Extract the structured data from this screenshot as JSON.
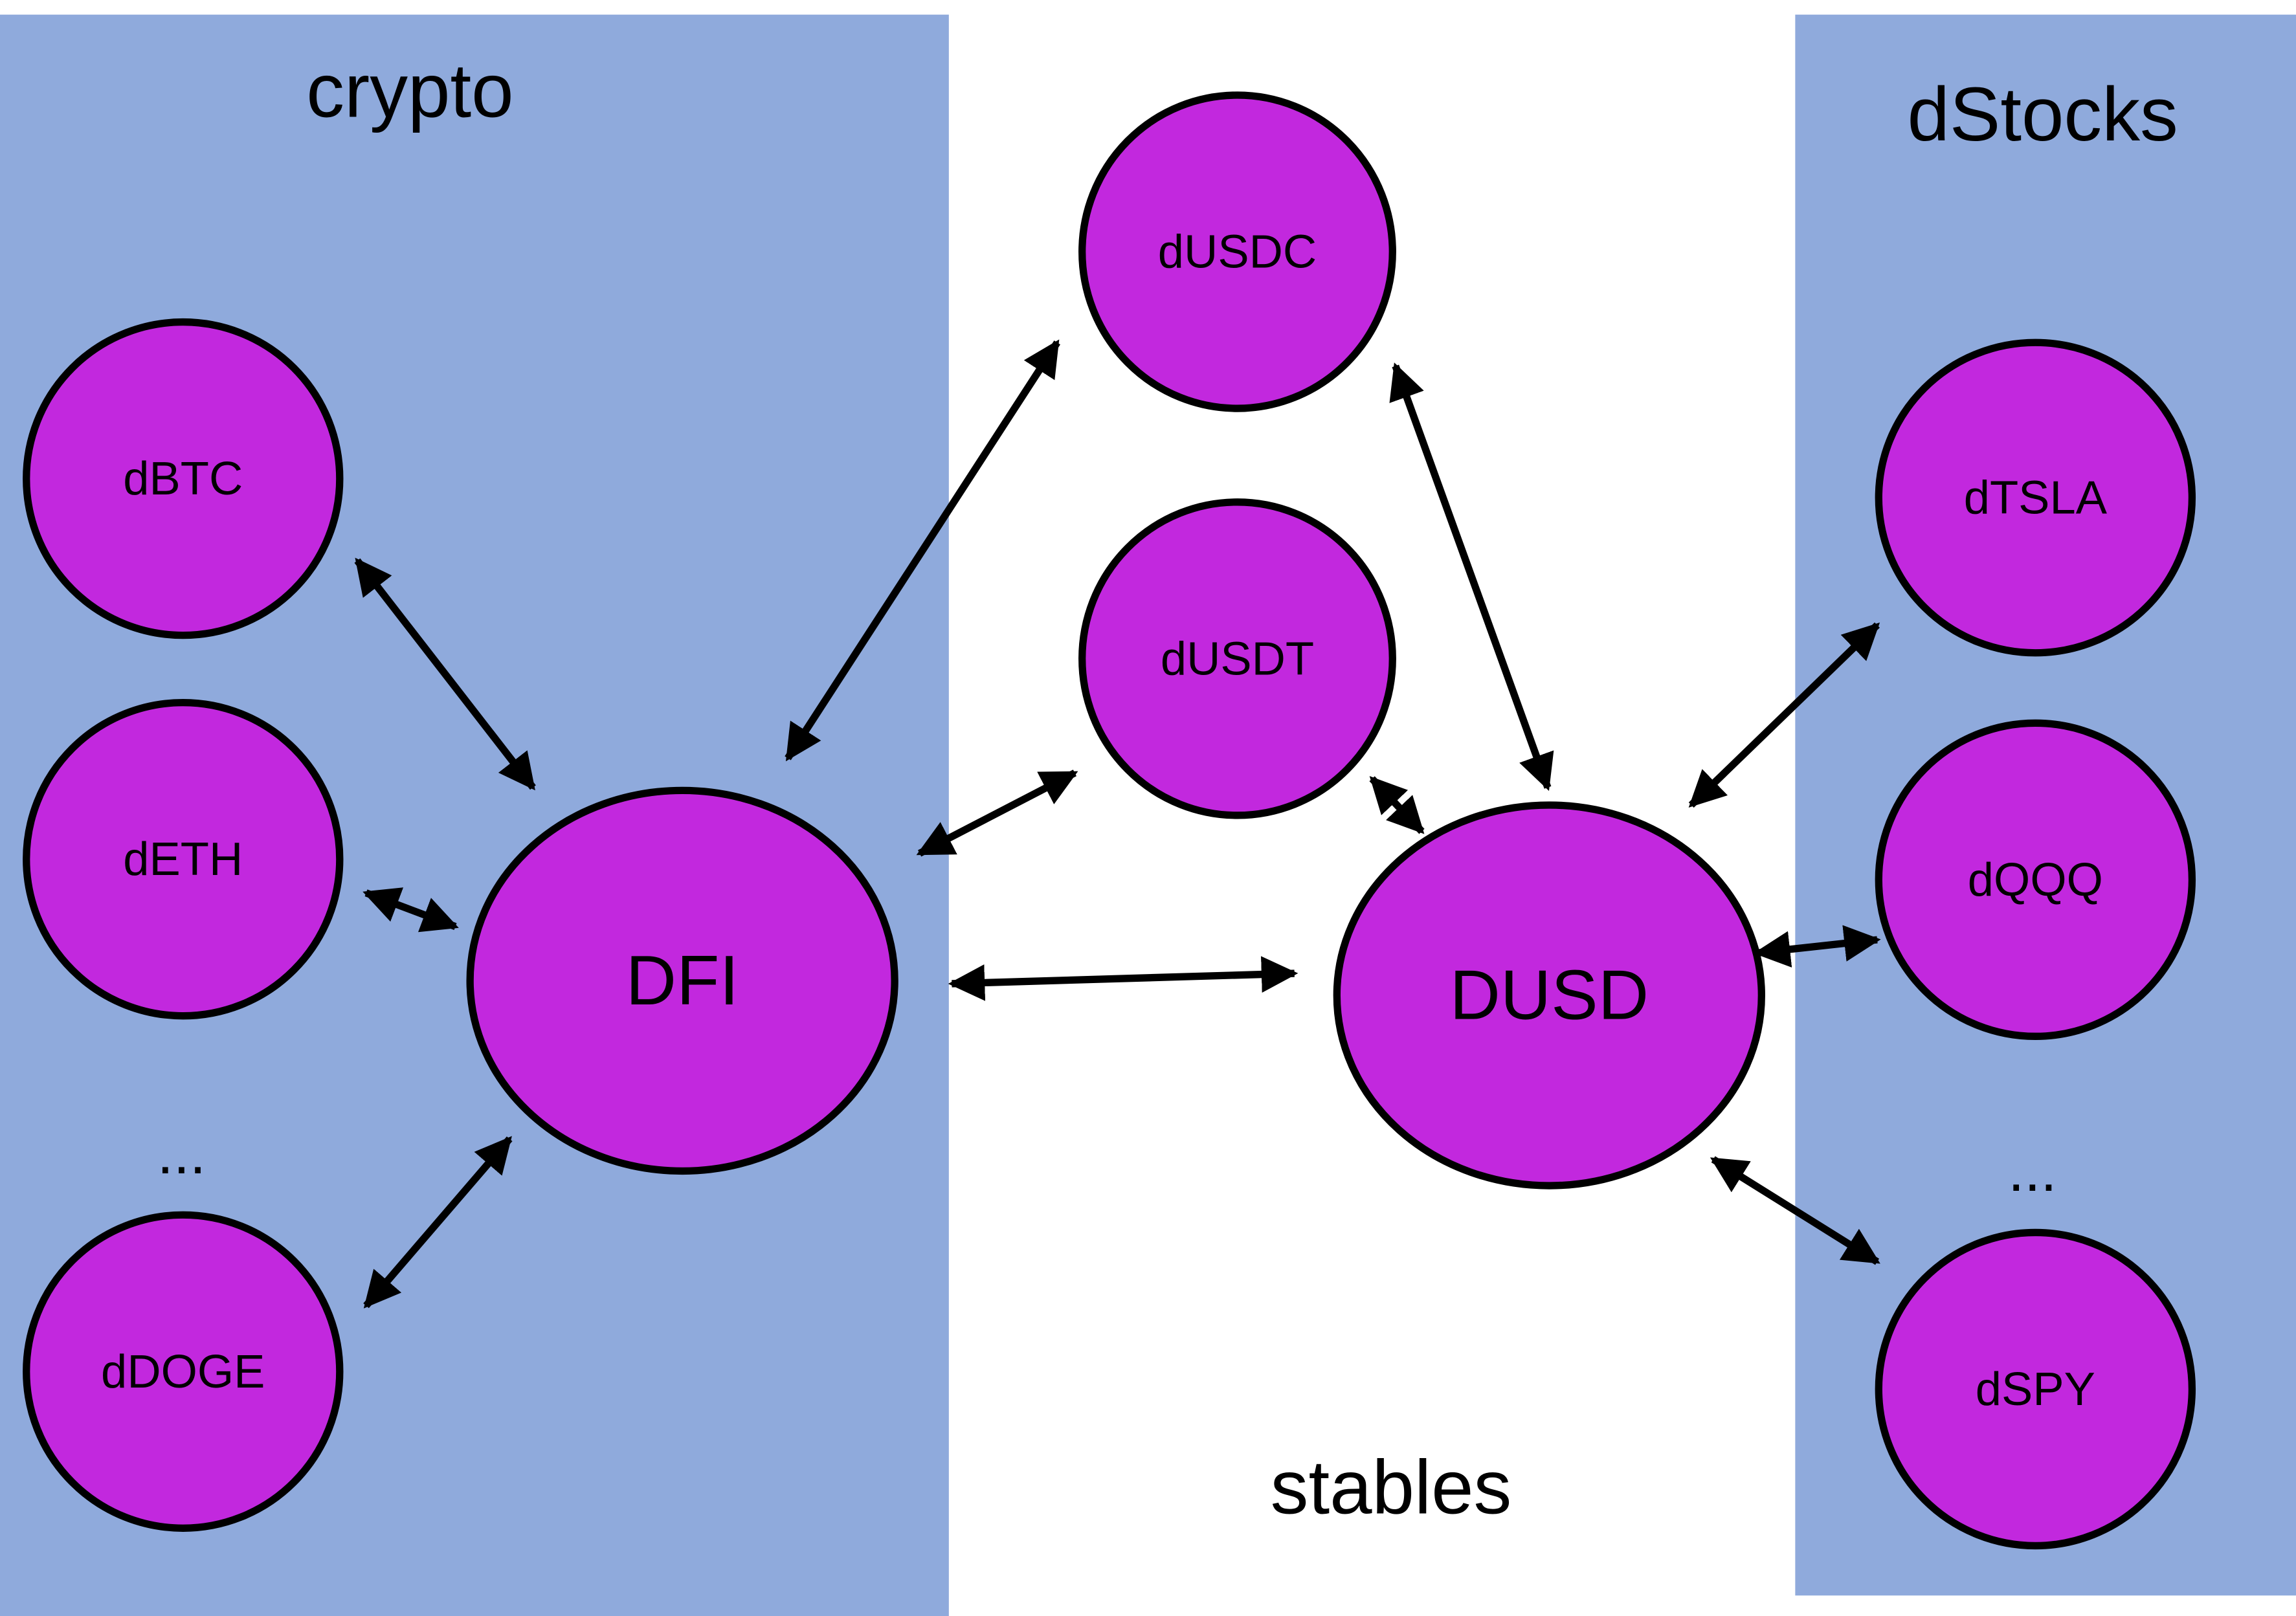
{
  "colors": {
    "region": "#8faadc",
    "node": "#c228de",
    "stroke": "#000000",
    "background": "#ffffff"
  },
  "regions": [
    {
      "id": "crypto",
      "label": "crypto"
    },
    {
      "id": "stables",
      "label": "stables"
    },
    {
      "id": "dstocks",
      "label": "dStocks"
    }
  ],
  "nodes": [
    {
      "id": "dBTC",
      "label": "dBTC",
      "group": "crypto"
    },
    {
      "id": "dETH",
      "label": "dETH",
      "group": "crypto"
    },
    {
      "id": "dDOGE",
      "label": "dDOGE",
      "group": "crypto"
    },
    {
      "id": "DFI",
      "label": "DFI",
      "group": "crypto"
    },
    {
      "id": "dUSDC",
      "label": "dUSDC",
      "group": "stables"
    },
    {
      "id": "dUSDT",
      "label": "dUSDT",
      "group": "stables"
    },
    {
      "id": "DUSD",
      "label": "DUSD",
      "group": "stables"
    },
    {
      "id": "dTSLA",
      "label": "dTSLA",
      "group": "dstocks"
    },
    {
      "id": "dQQQ",
      "label": "dQQQ",
      "group": "dstocks"
    },
    {
      "id": "dSPY",
      "label": "dSPY",
      "group": "dstocks"
    }
  ],
  "ellipsis": {
    "crypto": "...",
    "dstocks": "..."
  },
  "edges": [
    {
      "from": "dBTC",
      "to": "DFI",
      "bidirectional": true
    },
    {
      "from": "dETH",
      "to": "DFI",
      "bidirectional": true
    },
    {
      "from": "dDOGE",
      "to": "DFI",
      "bidirectional": true
    },
    {
      "from": "DFI",
      "to": "dUSDC",
      "bidirectional": true
    },
    {
      "from": "DFI",
      "to": "dUSDT",
      "bidirectional": true
    },
    {
      "from": "DFI",
      "to": "DUSD",
      "bidirectional": true
    },
    {
      "from": "dUSDC",
      "to": "DUSD",
      "bidirectional": true
    },
    {
      "from": "dUSDT",
      "to": "DUSD",
      "bidirectional": true
    },
    {
      "from": "DUSD",
      "to": "dTSLA",
      "bidirectional": true
    },
    {
      "from": "DUSD",
      "to": "dQQQ",
      "bidirectional": true
    },
    {
      "from": "DUSD",
      "to": "dSPY",
      "bidirectional": true
    }
  ]
}
